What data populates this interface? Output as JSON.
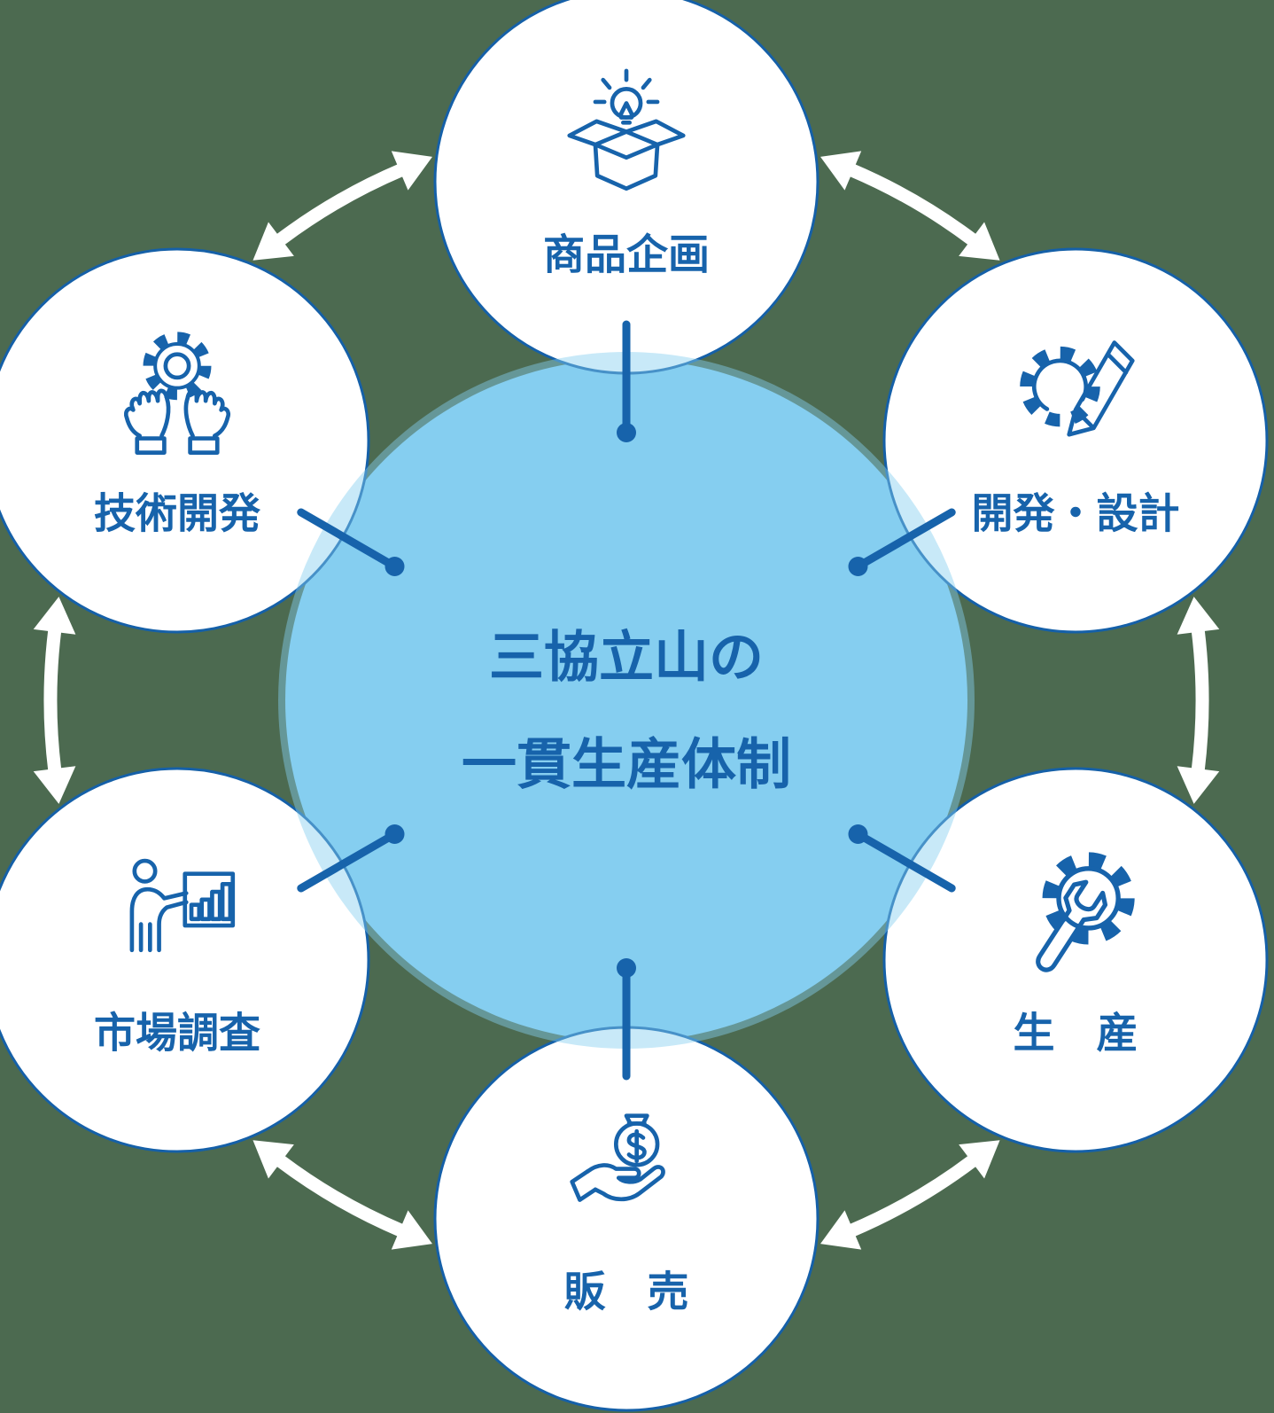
{
  "colors": {
    "background": "#4C6A50",
    "main_blue": "#86CEF0",
    "line_blue": "#1763AB",
    "node_border": "#1560A8",
    "white": "#FFFFFF"
  },
  "center": {
    "line1": "三協立山の",
    "line2": "一貫生産体制"
  },
  "nodes": [
    {
      "label": "商品企画",
      "icon": "open-box-lightbulb-icon"
    },
    {
      "label": "開発・設計",
      "icon": "gear-pencil-icon"
    },
    {
      "label": "生　産",
      "icon": "gear-wrench-icon"
    },
    {
      "label": "販　売",
      "icon": "money-bag-hand-icon"
    },
    {
      "label": "市場調査",
      "icon": "person-chart-icon"
    },
    {
      "label": "技術開発",
      "icon": "hands-holding-gear-icon"
    }
  ]
}
